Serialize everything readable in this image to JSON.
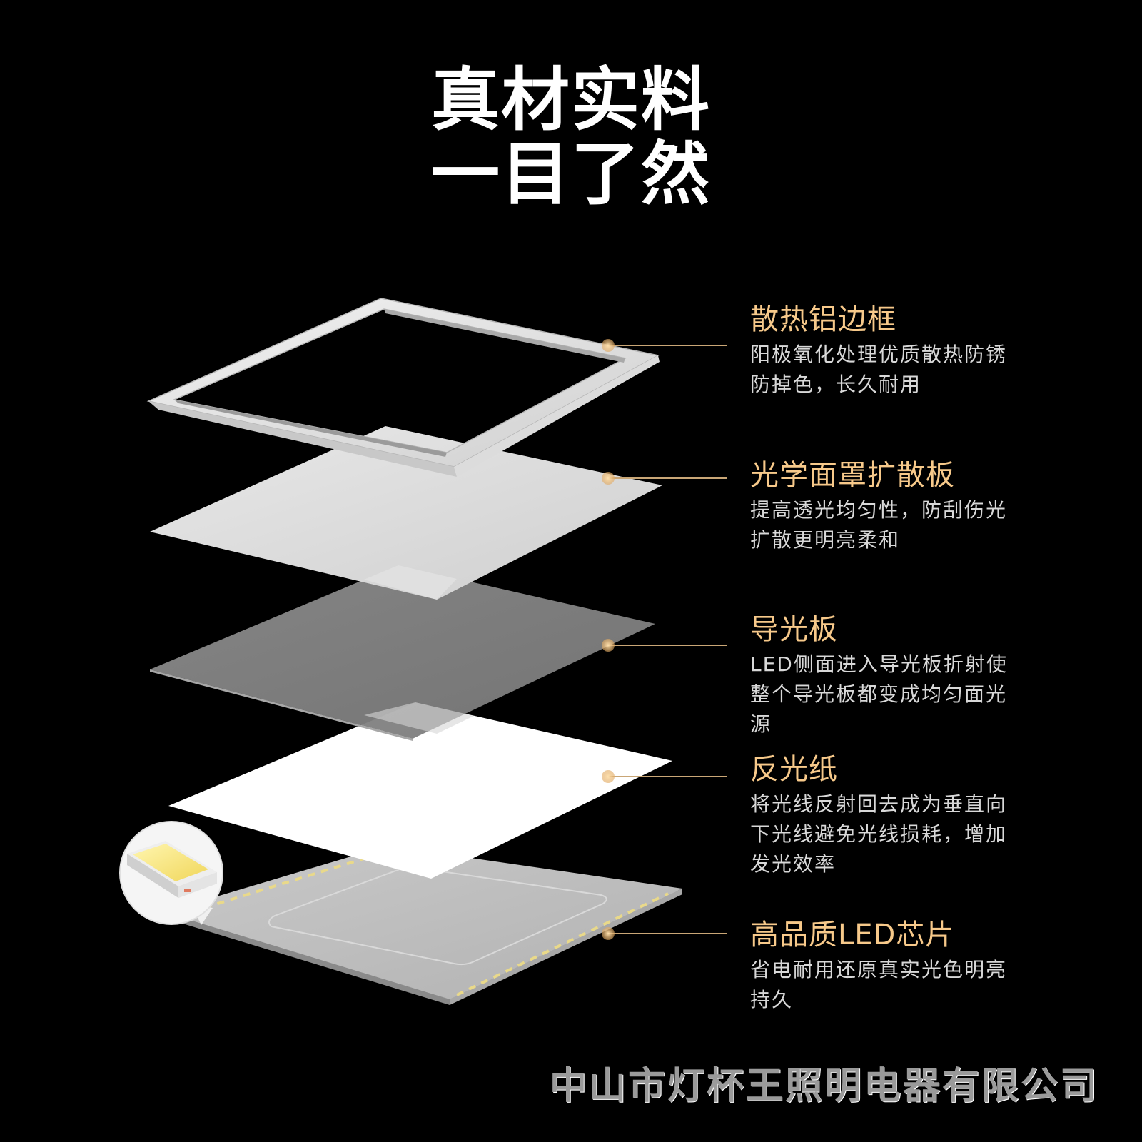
{
  "headline": {
    "line1": "真材实料",
    "line2": "一目了然"
  },
  "layers": [
    {
      "title": "散热铝边框",
      "desc": [
        "阳极氧化处理优质散热防锈",
        "防掉色，长久耐用"
      ]
    },
    {
      "title": "光学面罩扩散板",
      "desc": [
        "提高透光均匀性，防刮伤光",
        "扩散更明亮柔和"
      ]
    },
    {
      "title": "导光板",
      "desc": [
        "LED侧面进入导光板折射使",
        "整个导光板都变成均匀面光",
        "源"
      ]
    },
    {
      "title": "反光纸",
      "desc": [
        "将光线反射回去成为垂直向",
        "下光线避免光线损耗，增加",
        "发光效率"
      ]
    },
    {
      "title": "高品质LED芯片",
      "desc": [
        "省电耐用还原真实光色明亮",
        "持久"
      ]
    }
  ],
  "footer": {
    "company": "中山市灯杯王照明电器有限公司"
  },
  "colors": {
    "background": "#000000",
    "headline": "#ffffff",
    "layer_title": "#f7c98a",
    "layer_desc": "#d8d8d8",
    "leader_line": "#c9a676",
    "footer_text": "#9a9a9a"
  }
}
